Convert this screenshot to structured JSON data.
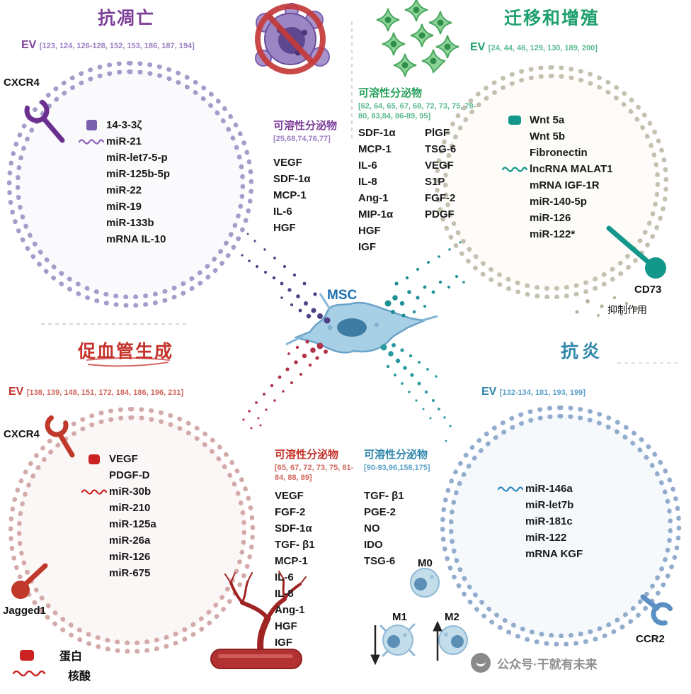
{
  "colors": {
    "purple": "#7d3f98",
    "green": "#1fa06e",
    "red": "#c5322b",
    "blue": "#2e86ab",
    "teal": "#12978a",
    "msc_blue": "#1e6fae"
  },
  "center": {
    "label": "MSC"
  },
  "quadrants": {
    "tl": {
      "title": "抗凋亡",
      "ev_label": "EV",
      "ev_refs": "[123, 124, 126-128, 152, 153, 186, 187, 194]",
      "receptor": "CXCR4",
      "items": [
        "14-3-3ζ",
        "miR-21",
        "miR-let7-5-p",
        "miR-125b-5p",
        "miR-22",
        "miR-19",
        "miR-133b",
        "mRNA IL-10"
      ]
    },
    "tr": {
      "title": "迁移和增殖",
      "ev_label": "EV",
      "ev_refs": "[24, 44, 46, 129, 130, 189, 200]",
      "receptor": "CD73",
      "receptor_note": "抑制作用",
      "items": [
        "Wnt 5a",
        "Wnt 5b",
        "Fibronectin",
        "lncRNA MALAT1",
        "mRNA IGF-1R",
        "miR-140-5p",
        "miR-126",
        "miR-122*"
      ]
    },
    "bl": {
      "title": "促血管生成",
      "ev_label": "EV",
      "ev_refs": "[138, 139, 148, 151, 172, 184, 186, 196, 231]",
      "receptor": "CXCR4",
      "receptor2": "Jagged1",
      "items": [
        "VEGF",
        "PDGF-D",
        "miR-30b",
        "miR-210",
        "miR-125a",
        "miR-26a",
        "miR-126",
        "miR-675"
      ]
    },
    "br": {
      "title": "抗炎",
      "ev_label": "EV",
      "ev_refs": "[132-134, 181, 193, 199]",
      "receptor": "CCR2",
      "items": [
        "miR-146a",
        "miR-let7b",
        "miR-181c",
        "miR-122",
        "mRNA KGF"
      ]
    }
  },
  "soluble": {
    "tl": {
      "title": "可溶性分泌物",
      "refs": "[25,68,74,76,77]",
      "items": [
        "VEGF",
        "SDF-1α",
        "MCP-1",
        "IL-6",
        "HGF"
      ]
    },
    "tr": {
      "title": "可溶性分泌物",
      "refs": "[62, 64, 65, 67, 68, 72, 73, 75, 78-80, 83,84, 86-89, 95]",
      "col1": [
        "SDF-1α",
        "MCP-1",
        "IL-6",
        "IL-8",
        "Ang-1",
        "MIP-1α",
        "HGF",
        "IGF"
      ],
      "col2": [
        "PlGF",
        "TSG-6",
        "VEGF",
        "S1P",
        "FGF-2",
        "PDGF"
      ]
    },
    "bl": {
      "title": "可溶性分泌物",
      "refs": "[65, 67, 72, 73, 75, 81-84, 88, 89]",
      "items": [
        "VEGF",
        "FGF-2",
        "SDF-1α",
        "TGF- β1",
        "MCP-1",
        "IL-6",
        "IL-8",
        "Ang-1",
        "HGF",
        "IGF"
      ]
    },
    "br": {
      "title": "可溶性分泌物",
      "refs": "[90-93,96,158,175]",
      "items": [
        "TGF- β1",
        "PGE-2",
        "NO",
        "IDO",
        "TSG-6"
      ]
    }
  },
  "macrophages": {
    "m0": "M0",
    "m1": "M1",
    "m2": "M2"
  },
  "legend": {
    "protein": "蛋白",
    "rna": "核酸"
  },
  "watermark": {
    "text": "公众号·干就有未来"
  }
}
